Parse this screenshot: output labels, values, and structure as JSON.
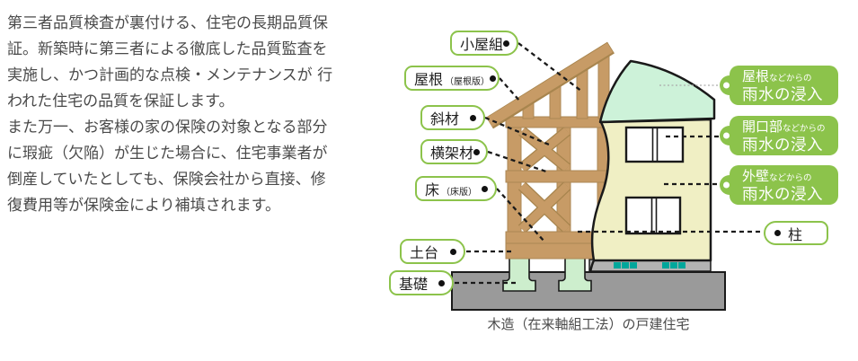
{
  "intro": {
    "paragraph1": "第三者品質検査が裏付ける、住宅の長期品質保\n証。新築時に第三者による徹底した品質監査を\n実施し、かつ計画的な点検・メンテナンスが 行\nわれた住宅の品質を保証します。",
    "paragraph2": "また万一、お客様の家の保険の対象となる部分\nに瑕疵（欠陥）が生じた場合に、住宅事業者が\n倒産していたとしても、保険会社から直接、修\n復費用等が保険金により補填されます。"
  },
  "diagram": {
    "caption": "木造（在来軸組工法）の戸建住宅",
    "labels": [
      {
        "main": "小屋組",
        "sub": ""
      },
      {
        "main": "屋根",
        "sub": "（屋根版）"
      },
      {
        "main": "斜材",
        "sub": ""
      },
      {
        "main": "横架材",
        "sub": ""
      },
      {
        "main": "床",
        "sub": "（床版）"
      },
      {
        "main": "土台",
        "sub": ""
      },
      {
        "main": "基礎",
        "sub": ""
      }
    ],
    "pillar_label": "柱",
    "badges": [
      {
        "keyword": "屋根",
        "suffix": "などからの",
        "line2": "雨水の浸入"
      },
      {
        "keyword": "開口部",
        "suffix": "などからの",
        "line2": "雨水の浸入"
      },
      {
        "keyword": "外壁",
        "suffix": "などからの",
        "line2": "雨水の浸入"
      }
    ],
    "colors": {
      "accent_green": "#8cc34b",
      "wood_brown": "#c79b66",
      "roof_mint": "#cdf2d9",
      "wall_yellow": "#f0efc4",
      "foundation_gray": "#9a9a9a",
      "pier_green": "#cdeecd",
      "vent_teal": "#00a79b"
    }
  }
}
